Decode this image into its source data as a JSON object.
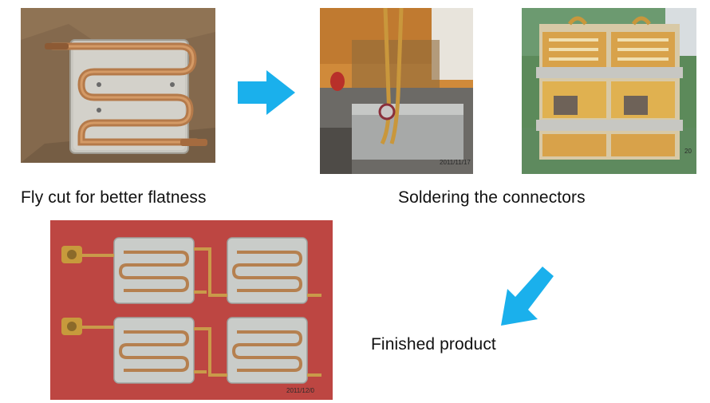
{
  "captions": {
    "fly_cut": "Fly cut for better flatness",
    "soldering": "Soldering the connectors",
    "finished": "Finished product"
  },
  "photo_stamps": {
    "soldering_date": "2011/11/17",
    "fixture_stamp": "20",
    "finished_date": "2011/12/0"
  },
  "colors": {
    "arrow": "#1ab0ec",
    "copper": "#b67a4a",
    "aluminum": "#c9ccc9",
    "red_cloth": "#c34a45"
  }
}
